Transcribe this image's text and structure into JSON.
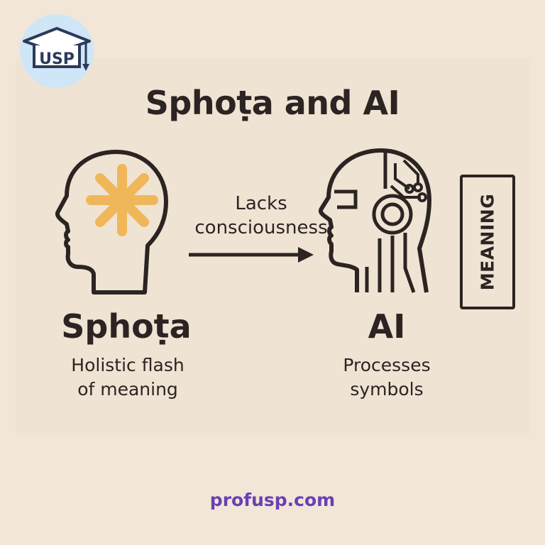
{
  "logo": {
    "text": "USP"
  },
  "title": "Sphoṭa and AI",
  "arrow": {
    "caption_line1": "Lacks",
    "caption_line2": "consciousness"
  },
  "meaning_box": {
    "label": "MEANING"
  },
  "left": {
    "label": "Sphoṭa",
    "desc_line1": "Holistic flash",
    "desc_line2": "of meaning",
    "accent": "#f0b75a"
  },
  "right": {
    "label": "AI",
    "desc_line1": "Processes",
    "desc_line2": "symbols"
  },
  "footer": {
    "site": "profusp.com",
    "color": "#6b3fb3"
  }
}
